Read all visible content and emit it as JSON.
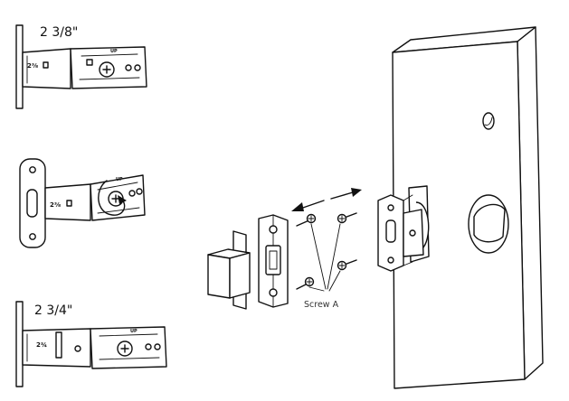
{
  "latch_settings": [
    {
      "setback_label": "2 3/8\"",
      "stamp_label": "2⅜",
      "up_label": "UP"
    },
    {
      "stamp_label": "2⅜",
      "up_label": "UP"
    },
    {
      "setback_label": "2 3/4\"",
      "stamp_label": "2¾",
      "up_label": "UP"
    }
  ],
  "callout": {
    "screw_label": "Screw A"
  }
}
